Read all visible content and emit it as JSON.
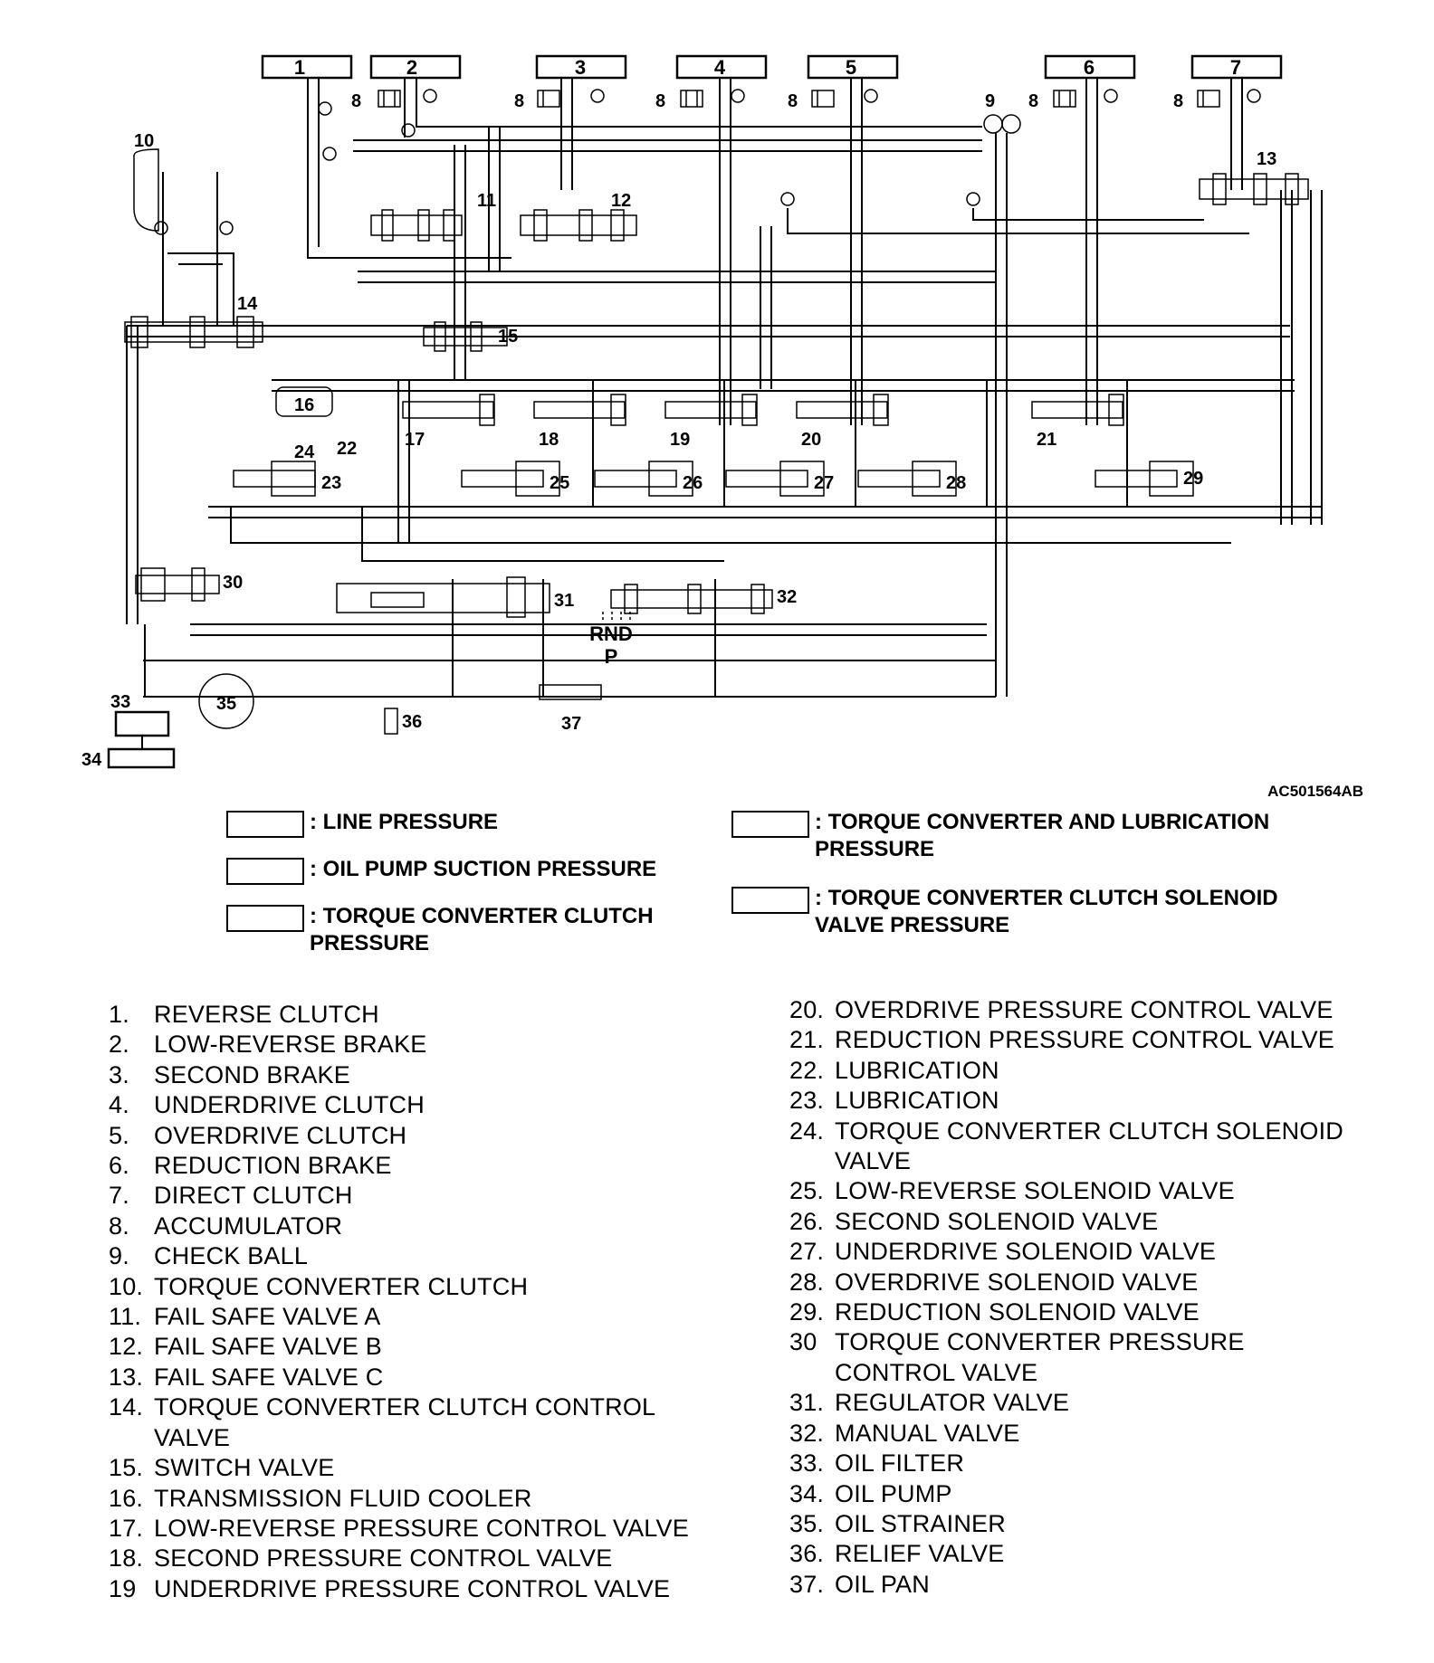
{
  "labels": {
    "n1": "1",
    "n2": "2",
    "n3": "3",
    "n4": "4",
    "n5": "5",
    "n6": "6",
    "n7": "7",
    "n8": "8",
    "n9": "9",
    "n10": "10",
    "n11": "11",
    "n12": "12",
    "n13": "13",
    "n14": "14",
    "n15": "15",
    "n16": "16",
    "n17": "17",
    "n18": "18",
    "n19": "19",
    "n20": "20",
    "n21": "21",
    "n22": "22",
    "n23": "23",
    "n24": "24",
    "n25": "25",
    "n26": "26",
    "n27": "27",
    "n28": "28",
    "n29": "29",
    "n30": "30",
    "n31": "31",
    "n32": "32",
    "n33": "33",
    "n34": "34",
    "n35": "35",
    "n36": "36",
    "n37": "37",
    "gear1": "RND",
    "gear2": "P"
  },
  "doc_code": "AC501564AB",
  "legend": [
    {
      "label": ": LINE PRESSURE"
    },
    {
      "label": ": OIL PUMP SUCTION PRESSURE"
    },
    {
      "label": ": TORQUE CONVERTER CLUTCH\n  PRESSURE"
    },
    {
      "label": ": TORQUE CONVERTER AND LUBRICATION\n  PRESSURE"
    },
    {
      "label": ": TORQUE CONVERTER CLUTCH SOLENOID\n  VALVE PRESSURE"
    }
  ],
  "parts_left": [
    {
      "num": "1.",
      "text": "REVERSE CLUTCH"
    },
    {
      "num": "2.",
      "text": "LOW-REVERSE BRAKE"
    },
    {
      "num": "3.",
      "text": "SECOND BRAKE"
    },
    {
      "num": "4.",
      "text": "UNDERDRIVE CLUTCH"
    },
    {
      "num": "5.",
      "text": "OVERDRIVE CLUTCH"
    },
    {
      "num": "6.",
      "text": "REDUCTION BRAKE"
    },
    {
      "num": "7.",
      "text": "DIRECT CLUTCH"
    },
    {
      "num": "8.",
      "text": "ACCUMULATOR"
    },
    {
      "num": "9.",
      "text": "CHECK BALL"
    },
    {
      "num": "10.",
      "text": "TORQUE CONVERTER CLUTCH"
    },
    {
      "num": "11.",
      "text": "FAIL SAFE VALVE A"
    },
    {
      "num": "12.",
      "text": "FAIL SAFE VALVE B"
    },
    {
      "num": "13.",
      "text": "FAIL SAFE VALVE C"
    },
    {
      "num": "14.",
      "text": "TORQUE CONVERTER CLUTCH CONTROL\nVALVE"
    },
    {
      "num": "15.",
      "text": "SWITCH VALVE"
    },
    {
      "num": "16.",
      "text": "TRANSMISSION FLUID COOLER"
    },
    {
      "num": "17.",
      "text": "LOW-REVERSE PRESSURE CONTROL VALVE"
    },
    {
      "num": "18.",
      "text": "SECOND PRESSURE CONTROL VALVE"
    },
    {
      "num": "19",
      "text": "UNDERDRIVE PRESSURE CONTROL VALVE"
    }
  ],
  "parts_right": [
    {
      "num": "20.",
      "text": "OVERDRIVE PRESSURE CONTROL VALVE"
    },
    {
      "num": "21.",
      "text": "REDUCTION PRESSURE CONTROL VALVE"
    },
    {
      "num": "22.",
      "text": "LUBRICATION"
    },
    {
      "num": "23.",
      "text": "LUBRICATION"
    },
    {
      "num": "24.",
      "text": "TORQUE CONVERTER CLUTCH SOLENOID\nVALVE"
    },
    {
      "num": "25.",
      "text": "LOW-REVERSE SOLENOID VALVE"
    },
    {
      "num": "26.",
      "text": "SECOND SOLENOID VALVE"
    },
    {
      "num": "27.",
      "text": "UNDERDRIVE SOLENOID VALVE"
    },
    {
      "num": "28.",
      "text": "OVERDRIVE SOLENOID VALVE"
    },
    {
      "num": "29.",
      "text": "REDUCTION SOLENOID VALVE"
    },
    {
      "num": "30",
      "text": "TORQUE CONVERTER PRESSURE\nCONTROL VALVE"
    },
    {
      "num": "31.",
      "text": "REGULATOR VALVE"
    },
    {
      "num": "32.",
      "text": "MANUAL VALVE"
    },
    {
      "num": "33.",
      "text": "OIL FILTER"
    },
    {
      "num": "34.",
      "text": "OIL PUMP"
    },
    {
      "num": "35.",
      "text": "OIL STRAINER"
    },
    {
      "num": "36.",
      "text": "RELIEF VALVE"
    },
    {
      "num": "37.",
      "text": "OIL PAN"
    }
  ]
}
